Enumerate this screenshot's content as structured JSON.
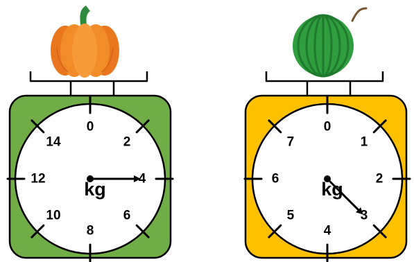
{
  "scales": [
    {
      "name": "pumpkin-scale",
      "fruit": "pumpkin",
      "body_color": "#70AD47",
      "unit": "kg",
      "dial_labels": [
        "0",
        "2",
        "4",
        "6",
        "8",
        "10",
        "12",
        "14"
      ],
      "max": 16,
      "reading": 4
    },
    {
      "name": "watermelon-scale",
      "fruit": "watermelon",
      "body_color": "#FFC000",
      "unit": "kg",
      "dial_labels": [
        "0",
        "1",
        "2",
        "3",
        "4",
        "5",
        "6",
        "7"
      ],
      "max": 8,
      "reading": 3
    }
  ]
}
